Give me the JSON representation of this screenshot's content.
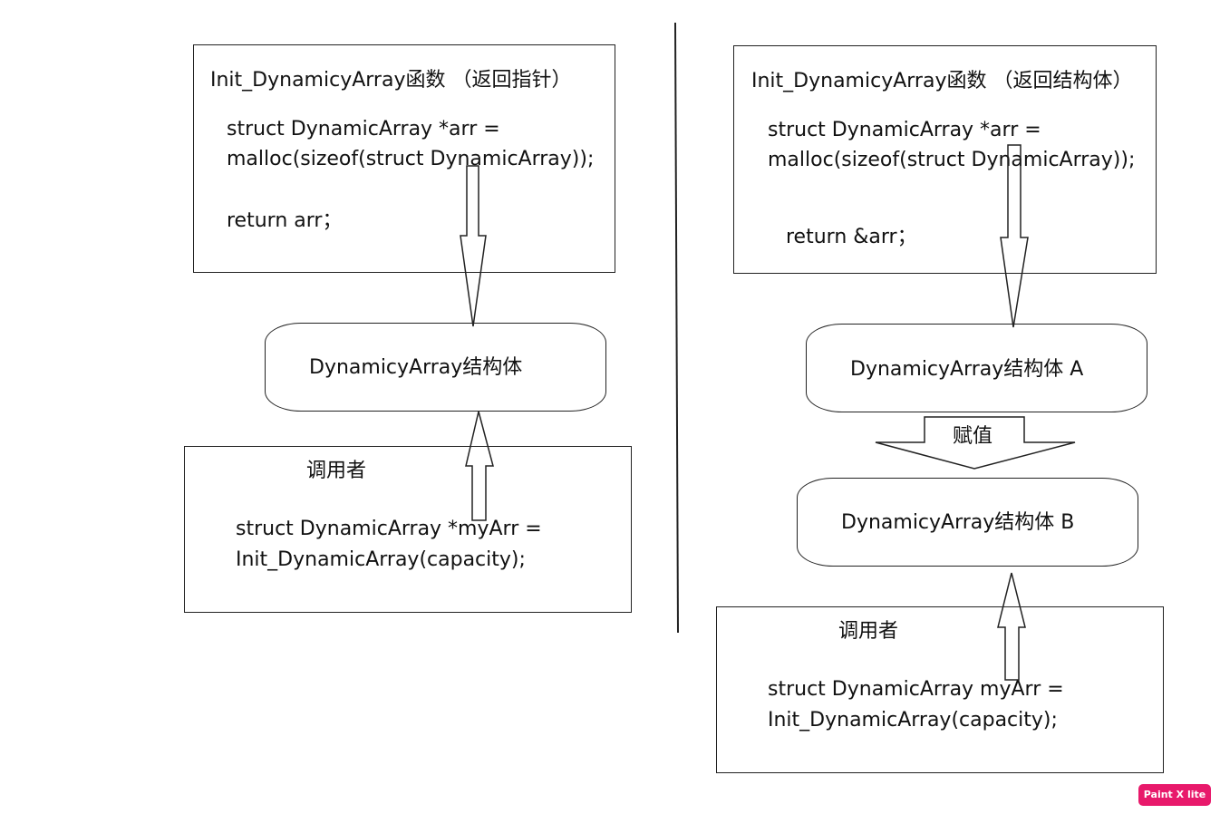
{
  "left": {
    "func_title": "Init_DynamicyArray函数 （返回指针）",
    "code_line1": "struct DynamicArray *arr =",
    "code_line2": "malloc(sizeof(struct DynamicArray));",
    "code_return": "return arr；",
    "struct_label": "DynamicyArray结构体",
    "caller_title": "调用者",
    "caller_line1": "struct DynamicArray *myArr =",
    "caller_line2": "Init_DynamicArray(capacity);"
  },
  "right": {
    "func_title": "Init_DynamicyArray函数 （返回结构体）",
    "code_line1": "struct DynamicArray *arr =",
    "code_line2": "malloc(sizeof(struct DynamicArray));",
    "code_return": "return &arr；",
    "struct_a_label": "DynamicyArray结构体 A",
    "assign_label": "赋值",
    "struct_b_label": "DynamicyArray结构体 B",
    "caller_title": "调用者",
    "caller_line1": "struct DynamicArray   myArr =",
    "caller_line2": "Init_DynamicArray(capacity);"
  },
  "badge": {
    "label": "Paint X lite"
  }
}
